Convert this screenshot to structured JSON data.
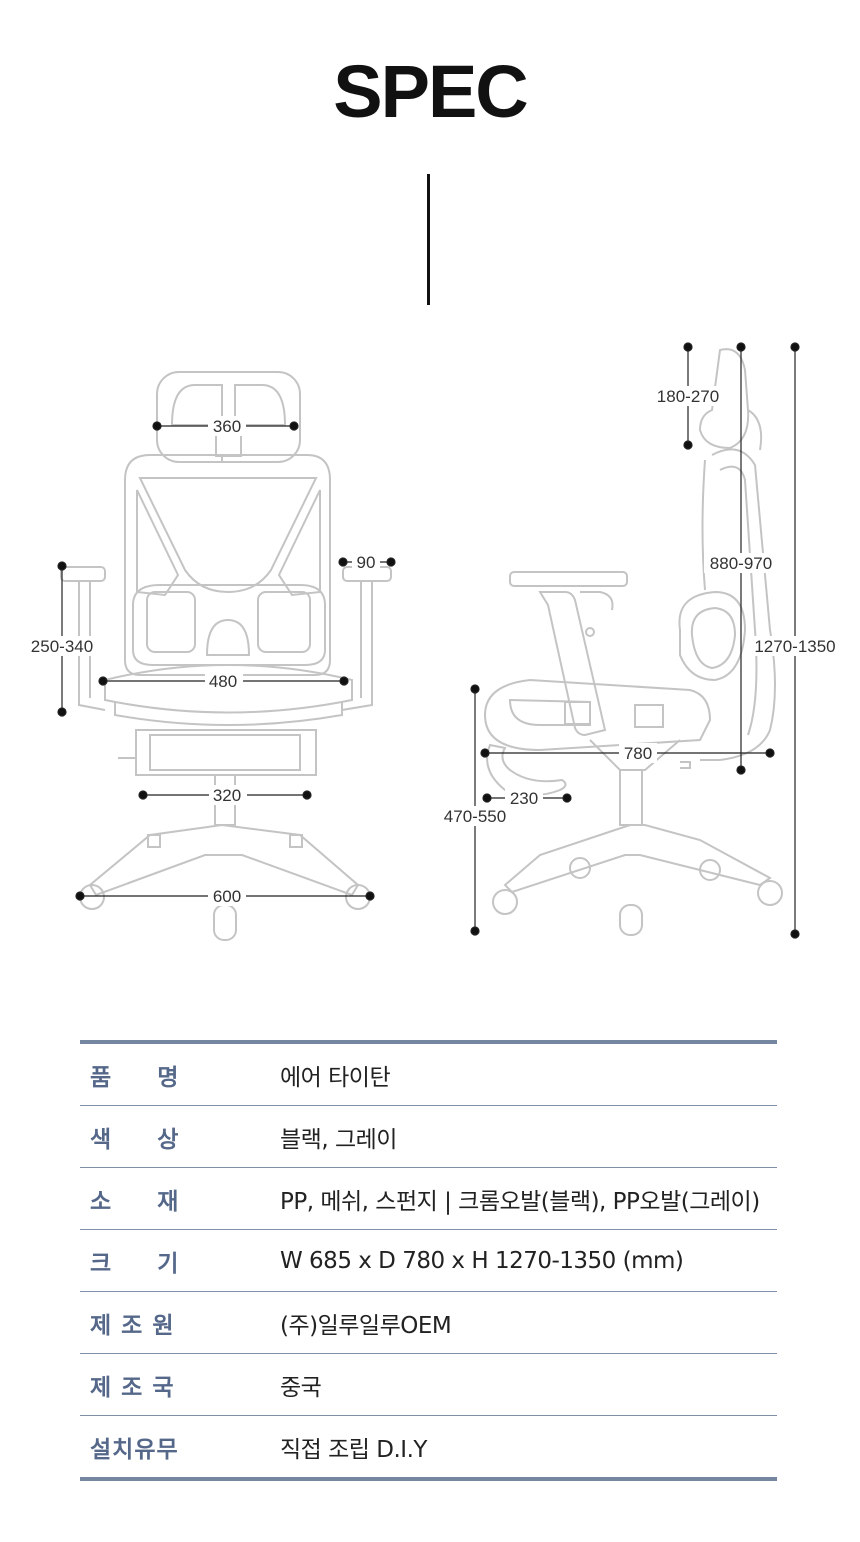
{
  "title": "SPEC",
  "dimensions": {
    "front": {
      "headrest_width": "360",
      "armrest_width": "90",
      "armrest_height": "250-340",
      "seat_width": "480",
      "base_inner": "320",
      "base_width": "600"
    },
    "side": {
      "headrest_adjust": "180-270",
      "back_height": "880-970",
      "total_height": "1270-1350",
      "seat_height": "470-550",
      "depth": "780",
      "footrest": "230"
    }
  },
  "specs": [
    {
      "label": "품     명",
      "value": "에어 타이탄"
    },
    {
      "label": "색     상",
      "value": "블랙, 그레이"
    },
    {
      "label": "소     재",
      "value": "PP, 메쉬, 스펀지 | 크롬오발(블랙), PP오발(그레이)"
    },
    {
      "label": "크     기",
      "value": "W 685 x D 780 x H 1270-1350 (mm)"
    },
    {
      "label": "제 조 원",
      "value": "(주)일루일루OEM"
    },
    {
      "label": "제 조 국",
      "value": "중국"
    },
    {
      "label": "설치유무",
      "value": "직접 조립 D.I.Y"
    }
  ],
  "colors": {
    "table_border": "#7586a0",
    "label_text": "#55688a",
    "chair_outline": "#c8c8c8"
  }
}
